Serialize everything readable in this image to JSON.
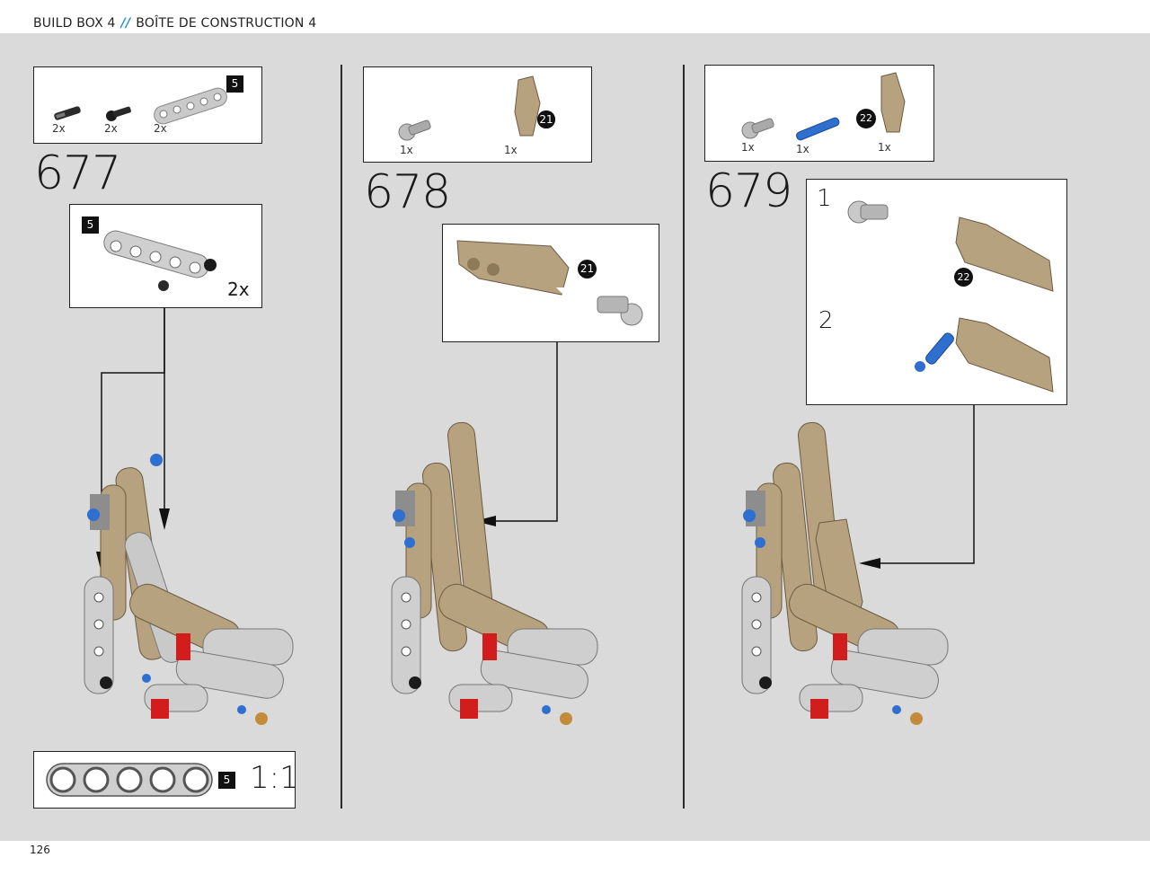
{
  "header": {
    "left": "BUILD BOX 4",
    "separator": "//",
    "right": "BOÎTE DE CONSTRUCTION 4"
  },
  "page_number": "126",
  "steps": [
    {
      "number": "677",
      "parts": [
        {
          "qty": "2x",
          "icon": "axle-pin-black-icon"
        },
        {
          "qty": "2x",
          "icon": "ball-pin-black-icon"
        },
        {
          "qty": "2x",
          "icon": "liftarm-5-gray-icon"
        }
      ],
      "parts_tag": "5",
      "subassembly": {
        "tag": "5",
        "multiplier": "2x"
      }
    },
    {
      "number": "678",
      "parts": [
        {
          "qty": "1x",
          "icon": "axle-connector-gray-icon"
        },
        {
          "qty": "1x",
          "icon": "tan-panel-21-icon"
        }
      ],
      "callout_badge": "21"
    },
    {
      "number": "679",
      "parts": [
        {
          "qty": "1x",
          "icon": "axle-connector-gray-icon"
        },
        {
          "qty": "1x",
          "icon": "blue-pin-icon"
        },
        {
          "qty": "1x",
          "icon": "tan-panel-22-icon"
        }
      ],
      "callout_badge": "22",
      "sub_steps": [
        "1",
        "2"
      ]
    }
  ],
  "scale_reference": {
    "tag": "5",
    "label": "1:1"
  },
  "colors": {
    "background": "#d9dad9",
    "accent": "#2a8fd6",
    "tan": "#b7a27f",
    "gray_part": "#c9c9c9",
    "blue_part": "#2f6fd0",
    "red_part": "#d21d1d"
  }
}
